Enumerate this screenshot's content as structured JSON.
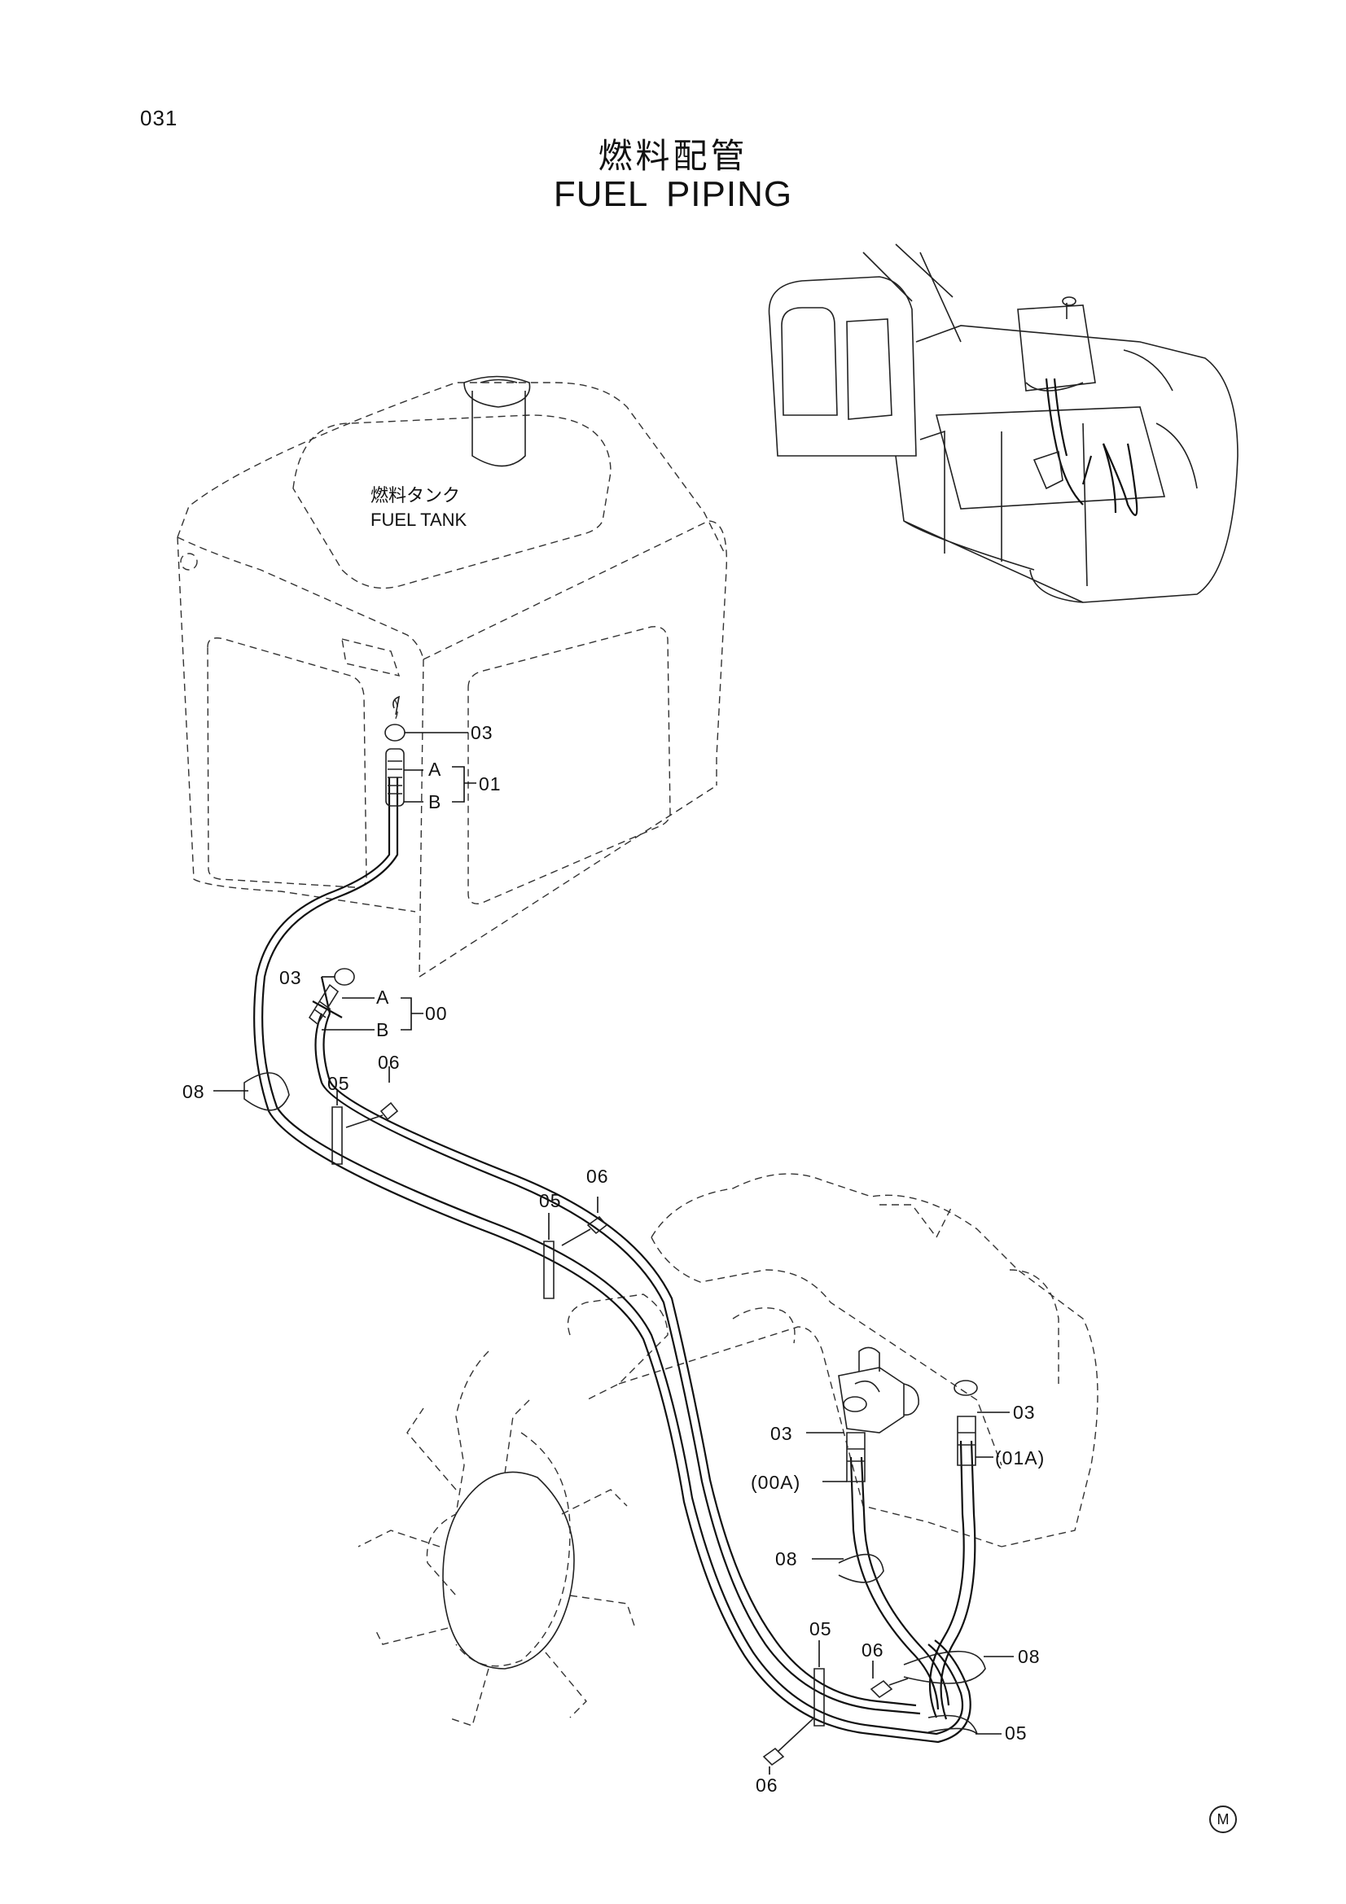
{
  "page": {
    "number": "031",
    "mark": "M"
  },
  "title": {
    "japanese": "燃料配管",
    "english": "FUEL  PIPING"
  },
  "tank": {
    "label_jp": "燃料タンク",
    "label_en": "FUEL TANK"
  },
  "callouts": [
    {
      "id": "c03a",
      "text": "03"
    },
    {
      "id": "c01a",
      "text": "A"
    },
    {
      "id": "c01b",
      "text": "B"
    },
    {
      "id": "c01",
      "text": "01"
    },
    {
      "id": "c03b",
      "text": "03"
    },
    {
      "id": "c00a",
      "text": "A"
    },
    {
      "id": "c00b",
      "text": "B"
    },
    {
      "id": "c00",
      "text": "00"
    },
    {
      "id": "c08a",
      "text": "08"
    },
    {
      "id": "c05a",
      "text": "05"
    },
    {
      "id": "c06a",
      "text": "06"
    },
    {
      "id": "c05b",
      "text": "05"
    },
    {
      "id": "c06b",
      "text": "06"
    },
    {
      "id": "c03c",
      "text": "03"
    },
    {
      "id": "c00A",
      "text": "(00A)"
    },
    {
      "id": "c03d",
      "text": "03"
    },
    {
      "id": "c01A",
      "text": "(01A)"
    },
    {
      "id": "c08b",
      "text": "08"
    },
    {
      "id": "c05c",
      "text": "05"
    },
    {
      "id": "c06c",
      "text": "06"
    },
    {
      "id": "c08c",
      "text": "08"
    },
    {
      "id": "c05d",
      "text": "05"
    },
    {
      "id": "c06d",
      "text": "06"
    }
  ]
}
